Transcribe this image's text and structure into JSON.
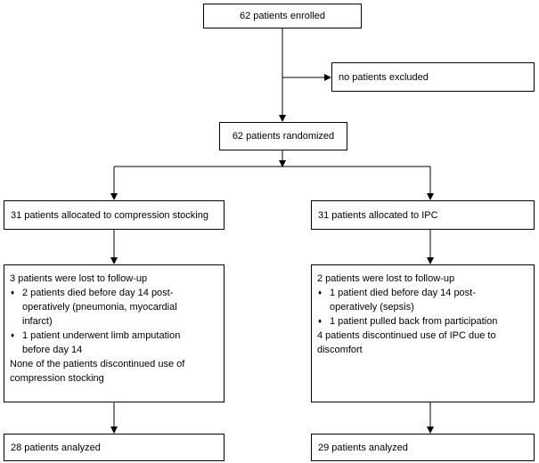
{
  "flowchart": {
    "enrolled": "62 patients enrolled",
    "excluded": "no patients excluded",
    "randomized": "62 patients randomized",
    "left_arm": {
      "allocated": "31 patients allocated to compression stocking",
      "lost_heading": "3 patients were lost to follow-up",
      "bullet_glyph": "♦",
      "bullets": [
        [
          "2 patients died before day 14 post-",
          "operatively (pneumonia, myocardial",
          "infarct)"
        ],
        [
          "1 patient underwent limb amputation",
          "before day 14"
        ]
      ],
      "notes": [
        "None of the patients discontinued use of",
        "compression stocking"
      ],
      "analyzed": "28 patients analyzed"
    },
    "right_arm": {
      "allocated": "31 patients allocated to IPC",
      "lost_heading": "2 patients were lost to follow-up",
      "bullet_glyph": "♦",
      "bullets": [
        [
          "1 patient died before day 14 post-",
          "operatively (sepsis)"
        ],
        [
          "1 patient pulled back from participation"
        ]
      ],
      "notes": [
        "4 patients discontinued use of IPC due to",
        "discomfort"
      ],
      "analyzed": "29 patients analyzed"
    }
  }
}
